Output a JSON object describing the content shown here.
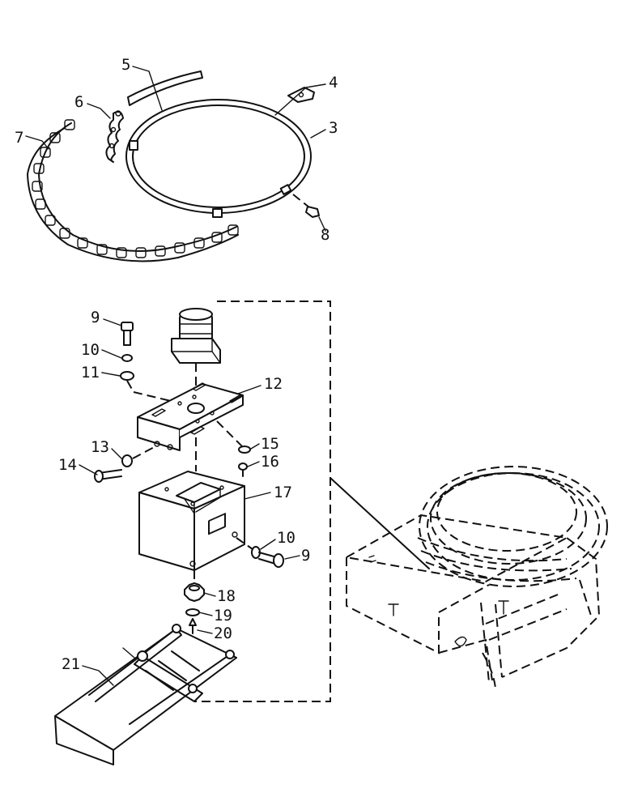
{
  "parts": [
    {
      "id": "p5",
      "label": "5"
    },
    {
      "id": "p4",
      "label": "4"
    },
    {
      "id": "p6",
      "label": "6"
    },
    {
      "id": "p7",
      "label": "7"
    },
    {
      "id": "p3",
      "label": "3"
    },
    {
      "id": "p8",
      "label": "8"
    },
    {
      "id": "p9a",
      "label": "9"
    },
    {
      "id": "p10a",
      "label": "10"
    },
    {
      "id": "p11",
      "label": "11"
    },
    {
      "id": "p12",
      "label": "12"
    },
    {
      "id": "p15",
      "label": "15"
    },
    {
      "id": "p16",
      "label": "16"
    },
    {
      "id": "p13",
      "label": "13"
    },
    {
      "id": "p14",
      "label": "14"
    },
    {
      "id": "p17",
      "label": "17"
    },
    {
      "id": "p10b",
      "label": "10"
    },
    {
      "id": "p9b",
      "label": "9"
    },
    {
      "id": "p18",
      "label": "18"
    },
    {
      "id": "p19",
      "label": "19"
    },
    {
      "id": "p20",
      "label": "20"
    },
    {
      "id": "p21",
      "label": "21"
    }
  ]
}
